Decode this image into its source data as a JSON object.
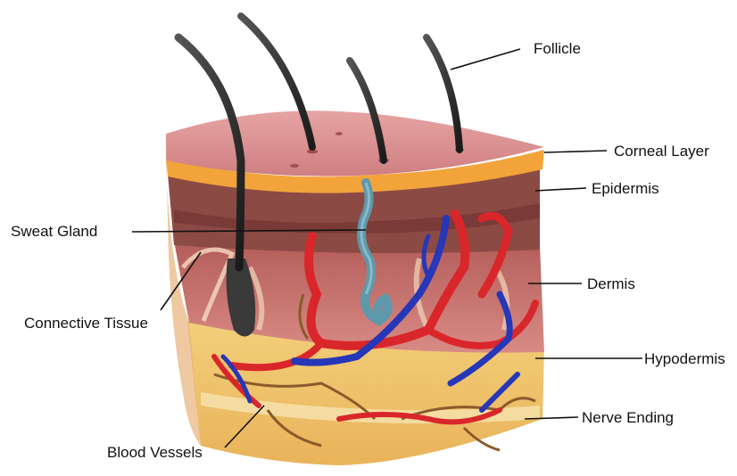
{
  "labels": {
    "follicle": "Follicle",
    "corneal_layer": "Corneal Layer",
    "epidermis": "Epidermis",
    "sweat_gland": "Sweat Gland",
    "dermis": "Dermis",
    "connective_tissue": "Connective Tissue",
    "hypodermis": "Hypodermis",
    "nerve_ending": "Nerve Ending",
    "blood_vessels": "Blood Vessels"
  },
  "colors": {
    "corneal": "#f2a43a",
    "top_surface": "#d9888a",
    "epidermis": "#8c4a45",
    "dermis": "#cf7c78",
    "hypodermis": "#efc56a",
    "artery": "#d9262b",
    "vein": "#2637b8",
    "sweat_gland": "#5f98aa",
    "hair": "#2a2a2a",
    "nerve": "#8a5a2b",
    "leader_line": "#111111"
  }
}
